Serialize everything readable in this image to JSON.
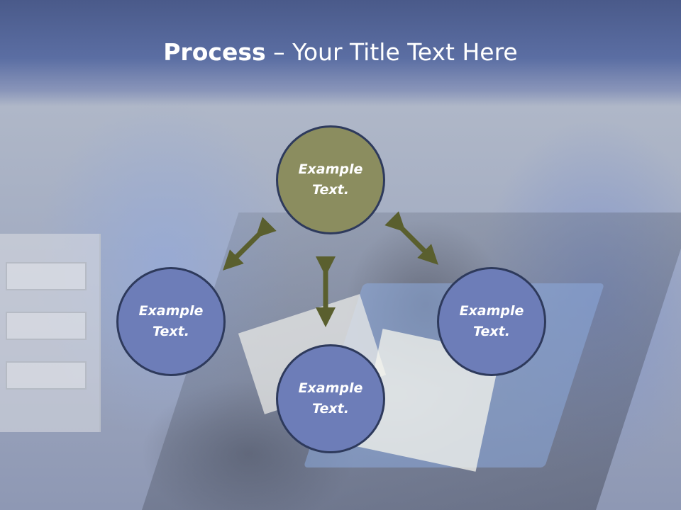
{
  "slide": {
    "title_bold": "Process",
    "title_rest": " – Your Title Text Here"
  },
  "circles": {
    "top": "Example\nText.",
    "left": "Example\nText.",
    "right": "Example\nText.",
    "bottom": "Example\nText."
  },
  "colors": {
    "header": "#5b6ea3",
    "circle_blue": "#6d7db8",
    "circle_olive": "#8b8d5f",
    "arrow": "#5a5f2e",
    "circle_border": "#2e3a5c"
  }
}
